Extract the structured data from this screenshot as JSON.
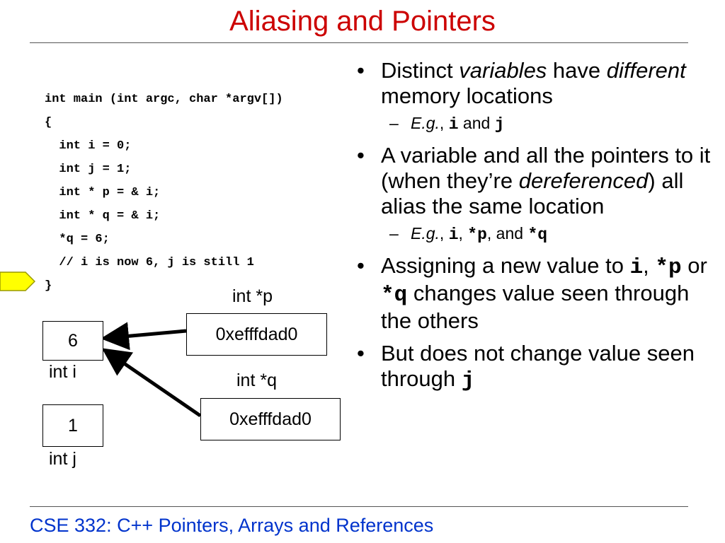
{
  "slide": {
    "title": "Aliasing and Pointers",
    "footer": "CSE 332: C++ Pointers, Arrays and References"
  },
  "code": {
    "lines": [
      "int main (int argc, char *argv[])",
      "{",
      "  int i = 0;",
      "  int j = 1;",
      "  int * p = & i;",
      "  int * q = & i;",
      "  *q = 6;",
      "  // i is now 6, j is still 1",
      "}"
    ]
  },
  "diagram": {
    "i_box": "6",
    "i_label": "int i",
    "j_box": "1",
    "j_label": "int j",
    "p_label": "int *p",
    "p_box": "0xefffdad0",
    "q_label": "int *q",
    "q_box": "0xefffdad0"
  },
  "bullets": {
    "b1": {
      "t1": "Distinct ",
      "t2": "variables",
      "t3": " have ",
      "t4": "different",
      "t5": " memory locations"
    },
    "s1": {
      "t1": "E.g.",
      "t2": ", ",
      "c1": "i",
      "t3": " and ",
      "c2": "j"
    },
    "b2": {
      "t1": "A variable and all the pointers to it (when they’re ",
      "t2": "dereferenced",
      "t3": ") all alias the same location"
    },
    "s2": {
      "t1": "E.g.",
      "t2": ", ",
      "c1": "i",
      "t3": ", ",
      "c2": "*p",
      "t4": ", and ",
      "c3": "*q"
    },
    "b3": {
      "t1": "Assigning a new value to ",
      "c1": "i",
      "t2": ", ",
      "c2": "*p",
      "t3": " or ",
      "c3": "*q",
      "t4": " changes value seen through the others"
    },
    "b4": {
      "t1": "But does not change value seen through ",
      "c1": "j"
    },
    "bullet_glyph": "•",
    "dash_glyph": "–"
  },
  "colors": {
    "title": "#cc0000",
    "footer": "#0033cc",
    "marker_fill": "#ffff00",
    "marker_stroke": "#999900"
  }
}
